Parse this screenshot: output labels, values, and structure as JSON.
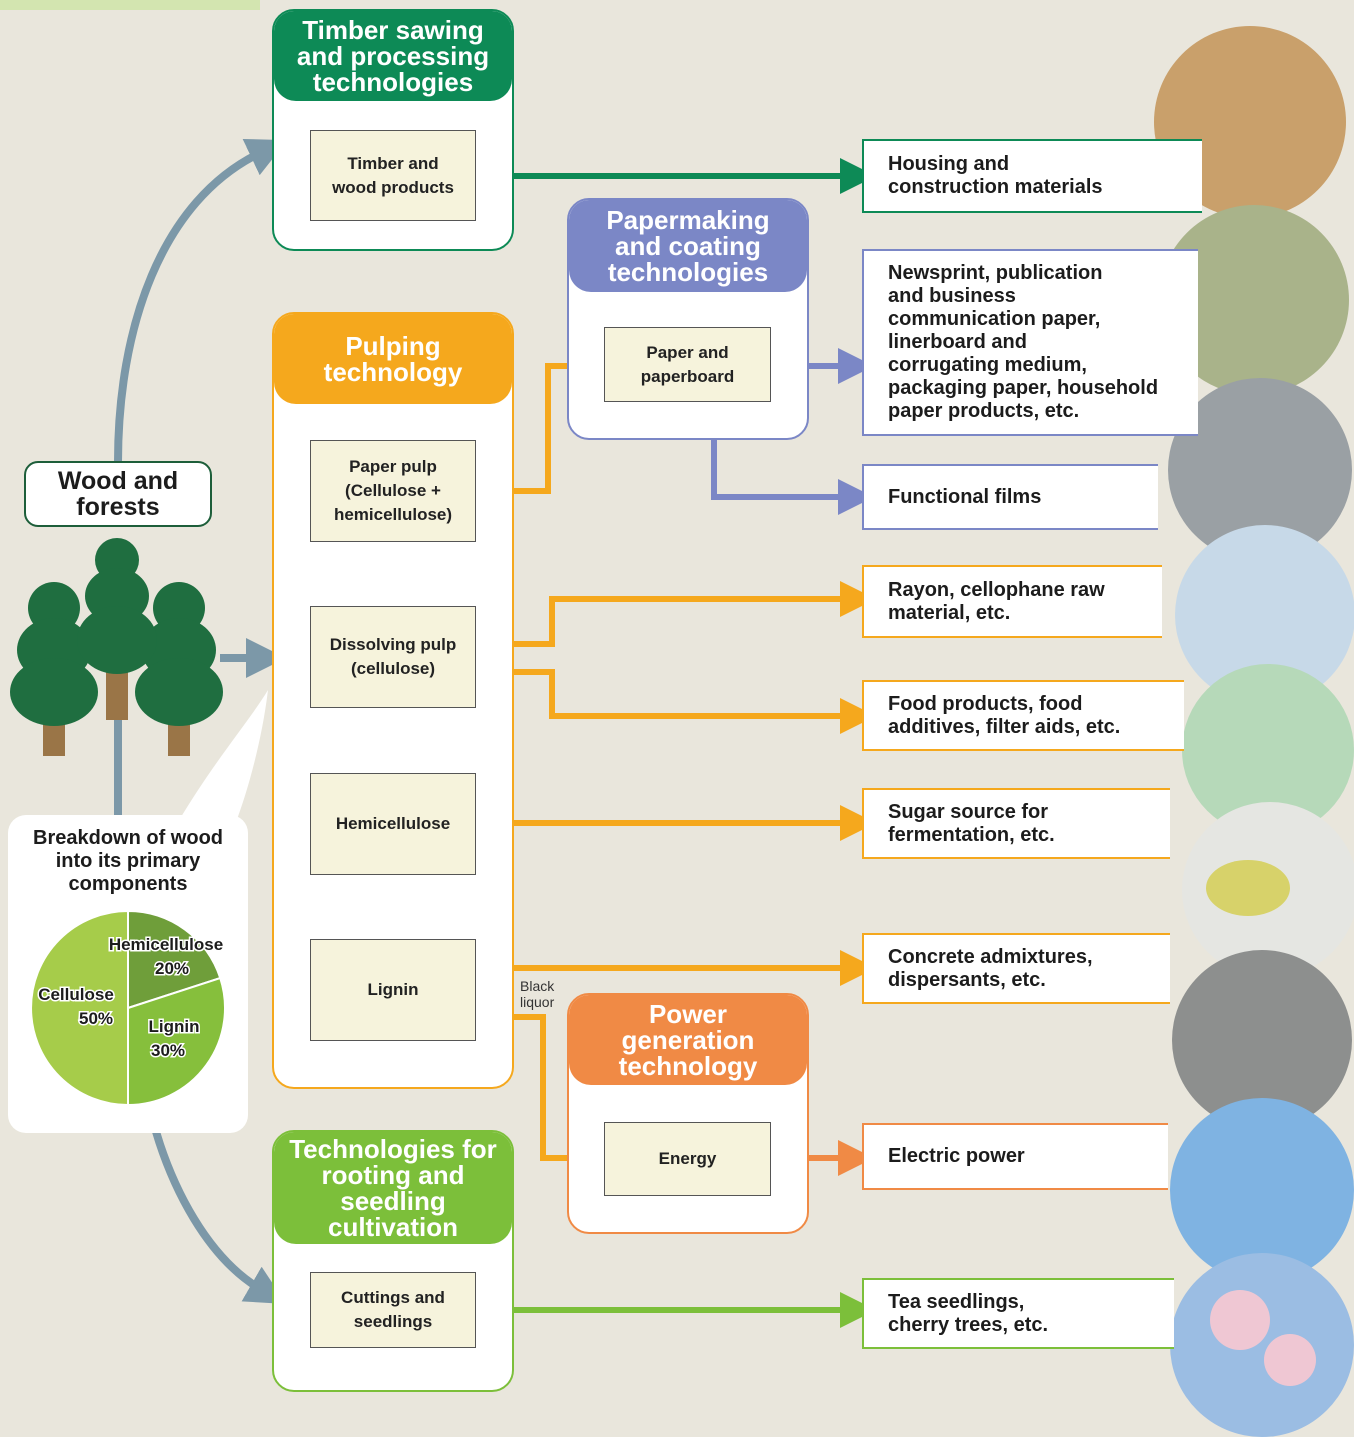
{
  "colors": {
    "timber": "#0d8a56",
    "pulp": "#f5a81d",
    "paper": "#7b87c6",
    "power": "#f08a45",
    "seedling": "#7cbf3a",
    "source_arrow": "#7c98a8",
    "tree_dark": "#1f6e40",
    "tree_trunk": "#9a7547"
  },
  "source": {
    "label": "Wood and\nforests"
  },
  "groups": {
    "timber": {
      "title": "Timber sawing\nand processing\ntechnologies",
      "item": "Timber and\nwood products"
    },
    "pulp": {
      "title": "Pulping\ntechnology",
      "items": {
        "paper_pulp": "Paper pulp\n(Cellulose +\nhemicellulose)",
        "dissolving_pulp": "Dissolving pulp\n(cellulose)",
        "hemicellulose": "Hemicellulose",
        "lignin": "Lignin"
      }
    },
    "paper": {
      "title": "Papermaking\nand coating\ntechnologies",
      "item": "Paper and\npaperboard"
    },
    "power": {
      "title": "Power\ngeneration\ntechnology",
      "item": "Energy"
    },
    "seedling": {
      "title": "Technologies for\nrooting and\nseedling\ncultivation",
      "item": "Cuttings and\nseedlings"
    }
  },
  "black_liquor_label": "Black\nliquor",
  "outputs": {
    "housing": "Housing and\nconstruction materials",
    "paper_products": "Newsprint, publication\nand business\ncommunication paper,\nlinerboard and\ncorrugating medium,\npackaging paper, household\npaper products, etc.",
    "films": "Functional films",
    "rayon": "Rayon, cellophane raw\nmaterial, etc.",
    "food": "Food products, food\nadditives, filter aids, etc.",
    "sugar": "Sugar source for\nfermentation, etc.",
    "concrete": "Concrete admixtures,\ndispersants, etc.",
    "electric": "Electric power",
    "tea": "Tea seedlings,\ncherry trees, etc."
  },
  "breakdown": {
    "title": "Breakdown of wood\ninto its primary\ncomponents",
    "slices": [
      {
        "name": "Cellulose",
        "value": 50,
        "label": "50%",
        "color": "#a6cc4a"
      },
      {
        "name": "Hemicellulose",
        "value": 20,
        "label": "20%",
        "color": "#6f9e3a"
      },
      {
        "name": "Lignin",
        "value": 30,
        "label": "30%",
        "color": "#86bf3c"
      }
    ]
  }
}
